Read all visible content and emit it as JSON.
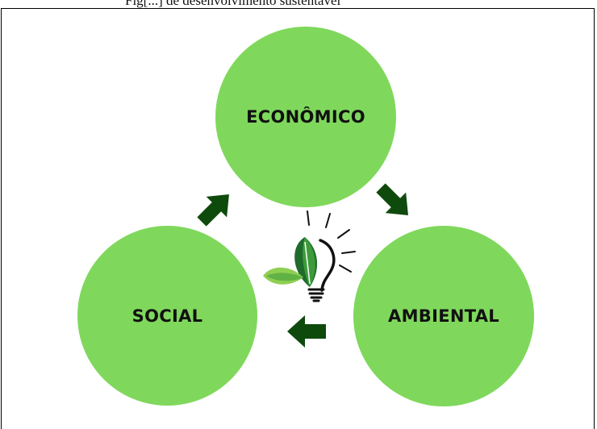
{
  "caption": "Fig[...] de desenvolvimento sustentável",
  "nodes": [
    {
      "id": "economico",
      "label": "ECONÔMICO"
    },
    {
      "id": "ambiental",
      "label": "AMBIENTAL"
    },
    {
      "id": "social",
      "label": "SOCIAL"
    }
  ],
  "colors": {
    "circle_fill": "#7fd85c",
    "arrow_fill": "#0f4a0d",
    "text": "#111111",
    "leaf_dark": "#1e6b2c",
    "leaf_mid": "#3d9a3a",
    "leaf_light": "#8fcf52",
    "bulb_outline": "#111111"
  },
  "icons": {
    "center": "lightbulb-leaf-icon",
    "arrows": [
      "arrow-up-right-icon",
      "arrow-down-right-icon",
      "arrow-left-icon"
    ]
  }
}
